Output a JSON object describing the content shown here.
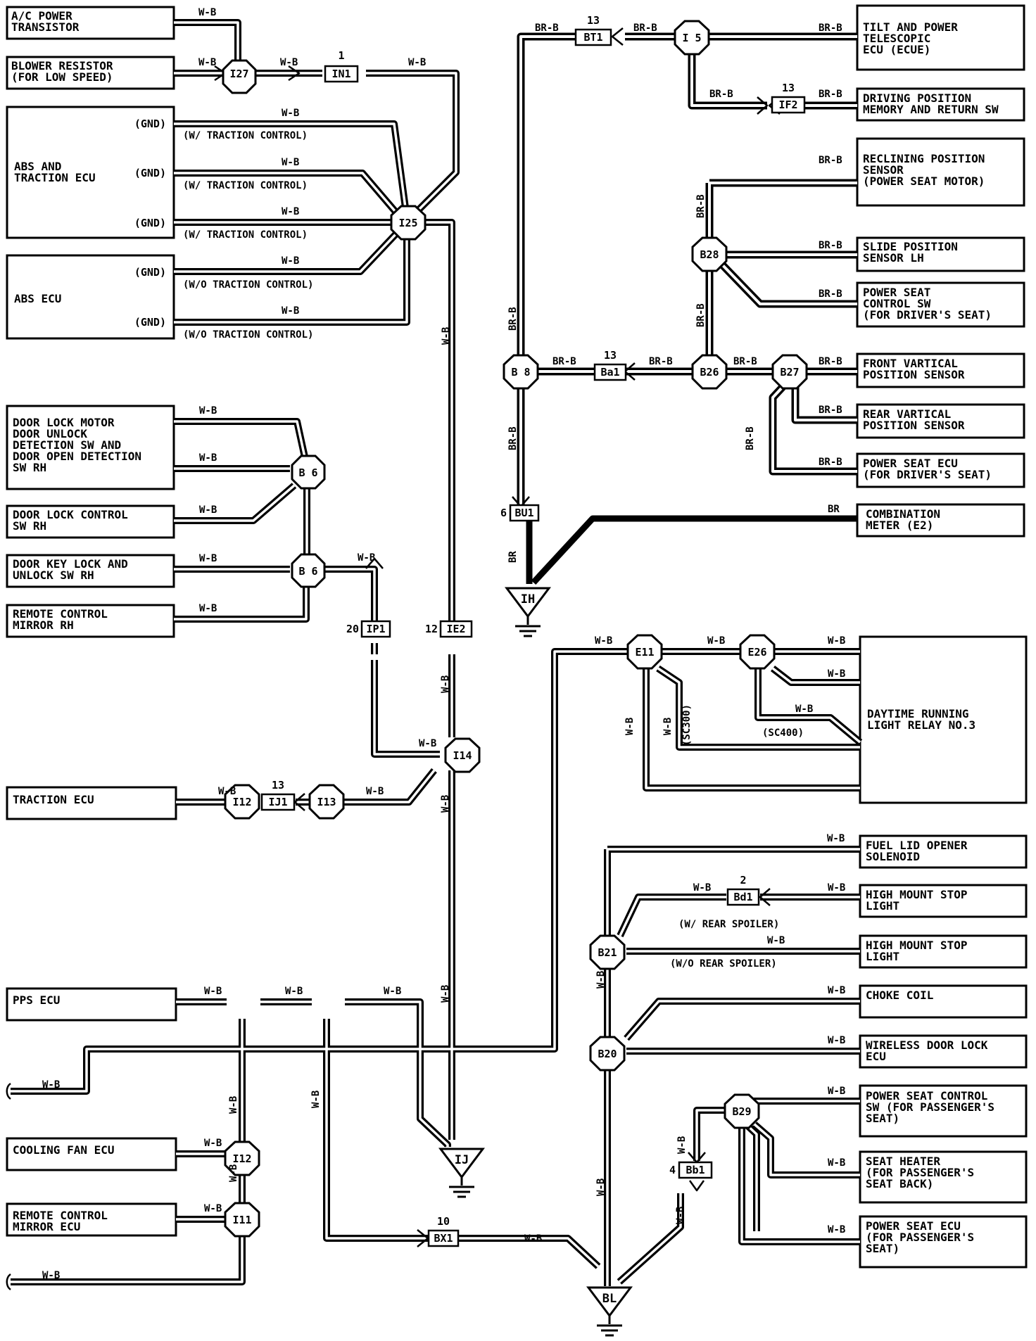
{
  "components": [
    {
      "id": "ac_power_transistor",
      "lines": [
        "A/C POWER",
        "TRANSISTOR"
      ]
    },
    {
      "id": "blower_resistor",
      "lines": [
        "BLOWER RESISTOR",
        "(FOR LOW SPEED)"
      ]
    },
    {
      "id": "abs_traction_ecu",
      "lines": [
        "ABS AND",
        "TRACTION ECU"
      ]
    },
    {
      "id": "abs_ecu",
      "lines": [
        "ABS ECU"
      ]
    },
    {
      "id": "door_lock_motor",
      "lines": [
        "DOOR LOCK MOTOR",
        "DOOR UNLOCK",
        "DETECTION SW AND",
        "DOOR OPEN DETECTION",
        "SW RH"
      ]
    },
    {
      "id": "door_lock_control_sw",
      "lines": [
        "DOOR LOCK CONTROL",
        "SW RH"
      ]
    },
    {
      "id": "door_key_lock_sw",
      "lines": [
        "DOOR KEY LOCK AND",
        "UNLOCK SW RH"
      ]
    },
    {
      "id": "remote_control_mirror_rh",
      "lines": [
        "REMOTE CONTROL",
        "MIRROR RH"
      ]
    },
    {
      "id": "traction_ecu",
      "lines": [
        "TRACTION ECU"
      ]
    },
    {
      "id": "pps_ecu",
      "lines": [
        "PPS ECU"
      ]
    },
    {
      "id": "cooling_fan_ecu",
      "lines": [
        "COOLING FAN ECU"
      ]
    },
    {
      "id": "remote_control_mirror_ecu",
      "lines": [
        "REMOTE CONTROL",
        "MIRROR ECU"
      ]
    },
    {
      "id": "tilt_telescopic_ecu",
      "lines": [
        "TILT AND POWER",
        "TELESCOPIC",
        "ECU (ECUE)"
      ]
    },
    {
      "id": "driving_position_memory",
      "lines": [
        "DRIVING POSITION",
        "MEMORY AND RETURN SW"
      ]
    },
    {
      "id": "reclining_position_sensor",
      "lines": [
        "RECLINING POSITION",
        "SENSOR",
        "(POWER SEAT MOTOR)"
      ]
    },
    {
      "id": "slide_position_sensor",
      "lines": [
        "SLIDE POSITION",
        "SENSOR LH"
      ]
    },
    {
      "id": "power_seat_control_sw_driver",
      "lines": [
        "POWER SEAT",
        "CONTROL SW",
        "(FOR DRIVER'S SEAT)"
      ]
    },
    {
      "id": "front_vartical_sensor",
      "lines": [
        "FRONT VARTICAL",
        "POSITION SENSOR"
      ]
    },
    {
      "id": "rear_vartical_sensor",
      "lines": [
        "REAR VARTICAL",
        "POSITION SENSOR"
      ]
    },
    {
      "id": "power_seat_ecu_driver",
      "lines": [
        "POWER SEAT ECU",
        "(FOR DRIVER'S SEAT)"
      ]
    },
    {
      "id": "combination_meter",
      "lines": [
        "COMBINATION",
        "METER (E2)"
      ]
    },
    {
      "id": "drl_relay",
      "lines": [
        "DAYTIME RUNNING",
        "LIGHT RELAY NO.3"
      ]
    },
    {
      "id": "fuel_lid_opener",
      "lines": [
        "FUEL LID OPENER",
        "SOLENOID"
      ]
    },
    {
      "id": "high_mount_stop_1",
      "lines": [
        "HIGH MOUNT STOP",
        "LIGHT"
      ]
    },
    {
      "id": "high_mount_stop_2",
      "lines": [
        "HIGH MOUNT STOP",
        "LIGHT"
      ]
    },
    {
      "id": "choke_coil",
      "lines": [
        "CHOKE COIL"
      ]
    },
    {
      "id": "wireless_door_lock_ecu",
      "lines": [
        "WIRELESS DOOR LOCK",
        "ECU"
      ]
    },
    {
      "id": "power_seat_control_sw_pass",
      "lines": [
        "POWER SEAT CONTROL",
        "SW (FOR PASSENGER'S",
        "SEAT)"
      ]
    },
    {
      "id": "seat_heater_pass",
      "lines": [
        "SEAT HEATER",
        "(FOR PASSENGER'S",
        " SEAT BACK)"
      ]
    },
    {
      "id": "power_seat_ecu_pass",
      "lines": [
        "POWER SEAT ECU",
        "(FOR PASSENGER'S",
        " SEAT)"
      ]
    }
  ],
  "pin_labels": [
    "(GND)",
    "(GND)",
    "(GND)",
    "(GND)",
    "(GND)"
  ],
  "conditions": [
    "(W/ TRACTION CONTROL)",
    "(W/ TRACTION CONTROL)",
    "(W/ TRACTION CONTROL)",
    "(W/O TRACTION CONTROL)",
    "(W/O TRACTION CONTROL)",
    "(SC300)",
    "(SC400)",
    "(W/ REAR SPOILER)",
    "(W/O REAR SPOILER)"
  ],
  "junctions": [
    "I27",
    "I25",
    "B 6",
    "B 6",
    "I14",
    "I12",
    "I13",
    "I12",
    "I11",
    "I 5",
    "B28",
    "B 8",
    "B26",
    "B27",
    "E11",
    "E26",
    "B21",
    "B20",
    "B29"
  ],
  "connectors": [
    {
      "name": "IN1",
      "pin": "1"
    },
    {
      "name": "IP1",
      "pin": "20"
    },
    {
      "name": "IE2",
      "pin": "12"
    },
    {
      "name": "IJ1",
      "pin": "13"
    },
    {
      "name": "BX1",
      "pin": "10"
    },
    {
      "name": "BT1",
      "pin": "13"
    },
    {
      "name": "IF2",
      "pin": "13"
    },
    {
      "name": "Ba1",
      "pin": "13"
    },
    {
      "name": "BU1",
      "pin": "6"
    },
    {
      "name": "Bd1",
      "pin": "2"
    },
    {
      "name": "Bb1",
      "pin": "4"
    }
  ],
  "grounds": [
    "IH",
    "IJ",
    "BL"
  ],
  "wire_colors": {
    "wb": "W-B",
    "brb": "BR-B",
    "br": "BR"
  }
}
